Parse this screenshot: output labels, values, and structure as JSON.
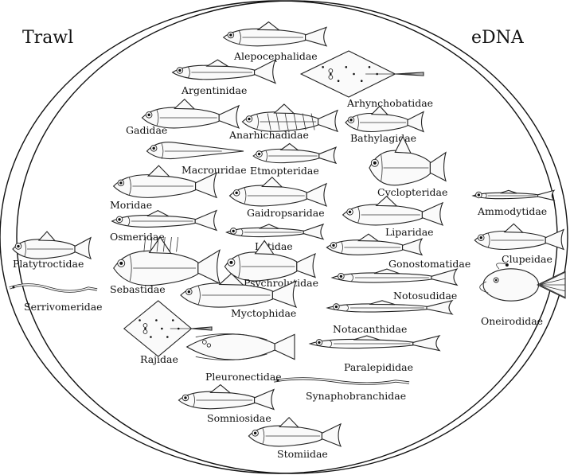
{
  "sets": {
    "left": "Trawl",
    "right": "eDNA"
  },
  "trawl_only": [
    "Platytroctidae",
    "Serrivomeridae"
  ],
  "edna_only": [
    "Ammodytidae",
    "Clupeidae",
    "Oneirodidae"
  ],
  "shared": [
    "Alepocephalidae",
    "Argentinidae",
    "Arhynchobatidae",
    "Gadidae",
    "Anarhichadidae",
    "Bathylagidae",
    "Macrouridae",
    "Etmopteridae",
    "Cyclopteridae",
    "Moridae",
    "Gaidropsaridae",
    "Liparidae",
    "Osmeridae",
    "Lotidae",
    "Gonostomatidae",
    "Sebastidae",
    "Psychrolutidae",
    "Notosudidae",
    "Myctophidae",
    "Notacanthidae",
    "Rajidae",
    "Pleuronectidae",
    "Paralepididae",
    "Synaphobranchidae",
    "Somniosidae",
    "Stomiidae"
  ]
}
